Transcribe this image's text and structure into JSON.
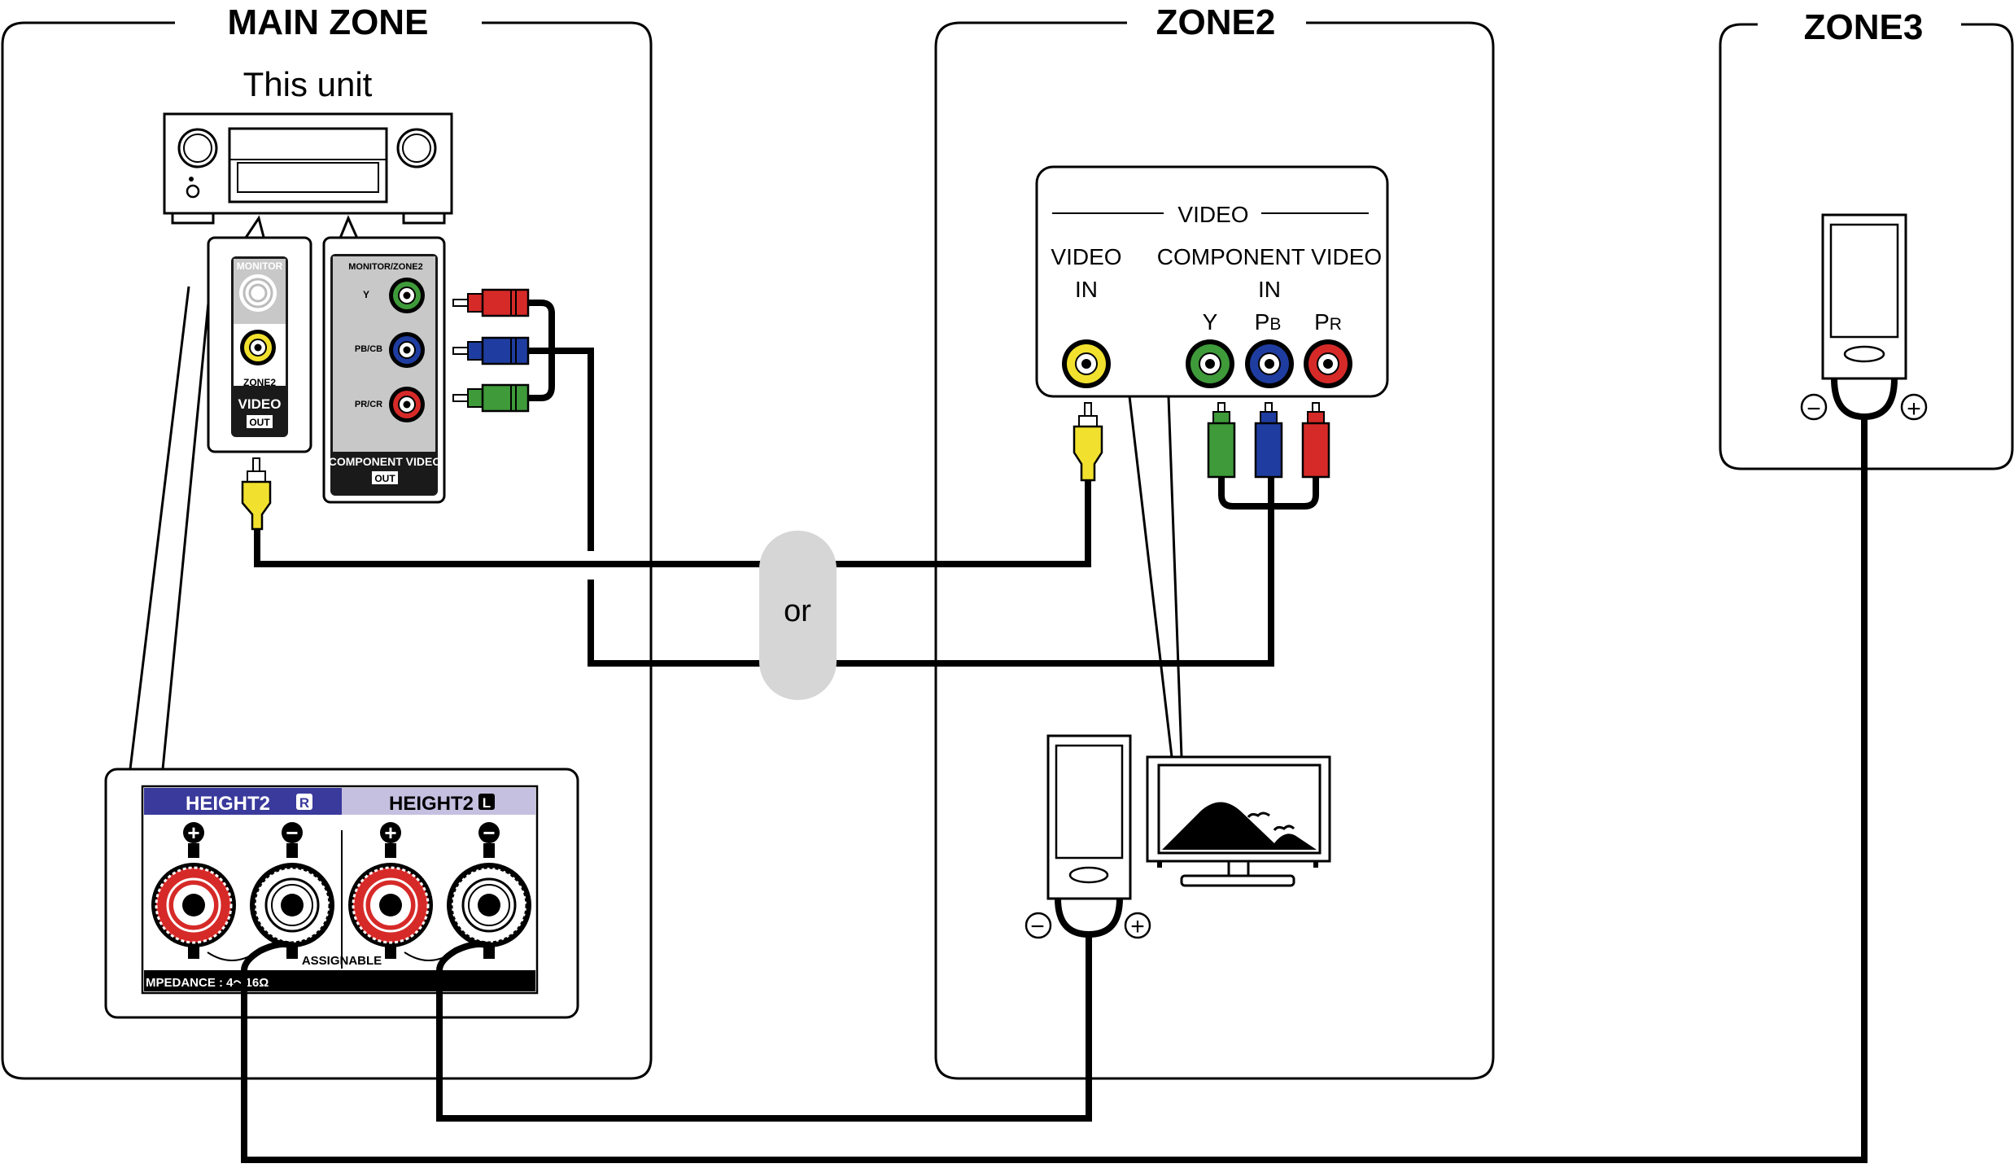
{
  "zones": {
    "main": "MAIN ZONE",
    "zone2": "ZONE2",
    "zone3": "ZONE3"
  },
  "unit_label": "This unit",
  "zone2_video_panel": {
    "header": "VIDEO",
    "video_in_line1": "VIDEO",
    "video_in_line2": "IN",
    "component_line1": "COMPONENT VIDEO",
    "component_line2": "IN",
    "y": "Y",
    "pb_main": "P",
    "pb_sub": "B",
    "pr_main": "P",
    "pr_sub": "R"
  },
  "zone2_video_out_panel": {
    "monitor": "MONITOR",
    "zone": "ZONE2",
    "video": "VIDEO",
    "out": "OUT"
  },
  "component_out_panel": {
    "header": "MONITOR/ZONE2",
    "y": "Y",
    "pb": "PB/CB",
    "pr": "PR/CR",
    "footer": "COMPONENT VIDEO",
    "out": "OUT"
  },
  "speaker_panel": {
    "height2_r": "HEIGHT2",
    "r_badge": "R",
    "height2_l": "HEIGHT2",
    "l_badge": "L",
    "plus": "+",
    "minus": "−",
    "assignable": "ASSIGNABLE",
    "impedance": "MPEDANCE : 4～16Ω"
  },
  "or_label": "or",
  "speaker_terminal": {
    "plus": "+",
    "minus": "−"
  },
  "colors": {
    "y_green": "#3f9a3a",
    "pb_blue": "#1f3da0",
    "pr_red": "#d62a28",
    "video_yellow": "#f1e12e",
    "height_r_header": "#3a3a9c",
    "height_l_header": "#c5bfe0",
    "or_pill": "#d6d6d6"
  }
}
